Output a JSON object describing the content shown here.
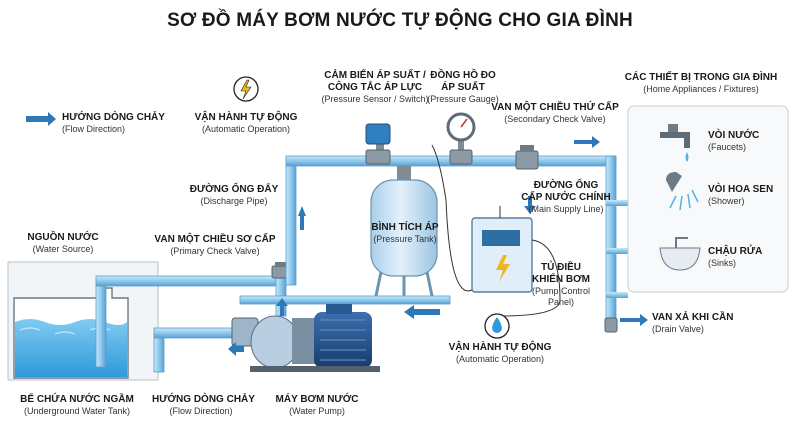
{
  "title": "SƠ ĐỒ MÁY BƠM NƯỚC TỰ ĐỘNG CHO GIA ĐÌNH",
  "labels": {
    "flow_direction_top": {
      "t": "HƯỚNG DÒNG CHẢY",
      "s": "(Flow Direction)"
    },
    "automatic_operation_top": {
      "t": "VẬN HÀNH TỰ ĐỘNG",
      "s": "(Automatic Operation)"
    },
    "pressure_sensor": {
      "t1": "CẢM BIẾN ÁP SUẤT /",
      "t2": "CÔNG TẮC ÁP LỰC",
      "s": "(Pressure Sensor / Switch)"
    },
    "pressure_gauge": {
      "t1": "ĐỒNG HỒ ĐO",
      "t2": "ÁP SUẤT",
      "s": "(Pressure Gauge)"
    },
    "secondary_check_valve": {
      "t": "VAN MỘT CHIỀU THỨ CẤP",
      "s": "(Secondary Check Valve)"
    },
    "home_appliances": {
      "t": "CÁC THIẾT BỊ TRONG GIA ĐÌNH",
      "s": "(Home Appliances / Fixtures)"
    },
    "discharge_pipe": {
      "t": "ĐƯỜNG ỐNG ĐẨY",
      "s": "(Discharge Pipe)"
    },
    "main_supply_line": {
      "t1": "ĐƯỜNG ỐNG",
      "t2": "CẤP NƯỚC CHÍNH",
      "s": "(Main Supply Line)"
    },
    "faucets": {
      "t": "VÒI NƯỚC",
      "s": "(Faucets)"
    },
    "shower": {
      "t": "VÒI HOA SEN",
      "s": "(Shower)"
    },
    "sinks": {
      "t": "CHẬU RỬA",
      "s": "(Sinks)"
    },
    "water_source": {
      "t": "NGUỒN NƯỚC",
      "s": "(Water Source)"
    },
    "primary_check_valve": {
      "t": "VAN MỘT CHIỀU SƠ CẤP",
      "s": "(Primary Check Valve)"
    },
    "pressure_tank": {
      "t": "BÌNH TÍCH ÁP",
      "s": "(Pressure Tank)"
    },
    "pump_control_panel": {
      "t1": "TỦ ĐIỀU",
      "t2": "KHIỂN BƠM",
      "s1": "(Pump Control",
      "s2": "Panel)"
    },
    "drain_valve": {
      "t": "VAN XẢ KHI CẦN",
      "s": "(Drain Valve)"
    },
    "automatic_operation_bottom": {
      "t": "VẬN HÀNH TỰ ĐỘNG",
      "s": "(Automatic Operation)"
    },
    "underground_tank": {
      "t": "BỂ CHỨA NƯỚC NGẦM",
      "s": "(Underground Water Tank)"
    },
    "flow_direction_bottom": {
      "t": "HƯỚNG DÒNG CHẢY",
      "s": "(Flow Direction)"
    },
    "water_pump": {
      "t": "MÁY BƠM NƯỚC",
      "s": "(Water Pump)"
    }
  },
  "colors": {
    "pipe": "#8ec9ec",
    "pipe_edge": "#5b9fcf",
    "arrow": "#2f78b7",
    "water": "#4fb3e8",
    "pump": "#1f4e86",
    "tank": "#cfe6f7",
    "accent": "#f2b51b"
  }
}
